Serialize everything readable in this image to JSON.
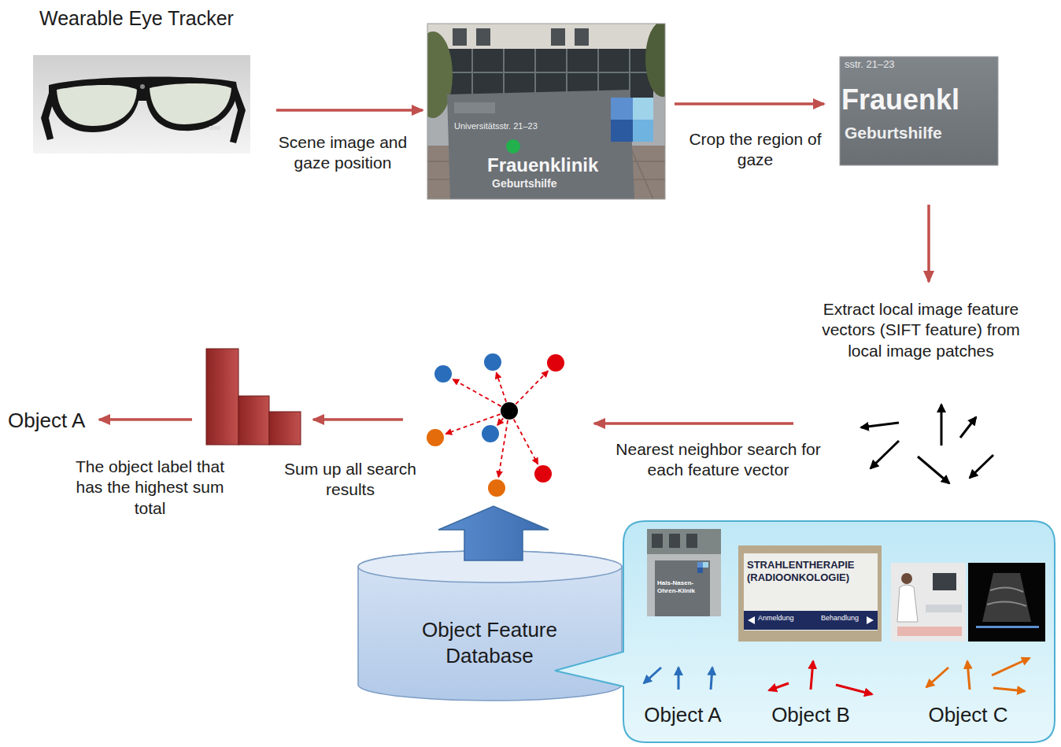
{
  "diagram": {
    "nodes": [
      {
        "text": [
          "Wearable Eye Tracker"
        ]
      },
      {
        "text": [
          "Universitätsstr. 21–23",
          "Frauenklinik",
          "Geburtshilfe"
        ]
      },
      {
        "text": [
          "sstr. 21–23",
          "Frauenkl",
          "Geburtshilfe"
        ]
      },
      {
        "text": [
          "Extract local image feature vectors (SIFT feature) from local image patches"
        ]
      },
      {
        "text": []
      },
      {
        "text": []
      },
      {
        "text": [
          "Object A"
        ]
      },
      {
        "text": [
          "Object Feature Database"
        ]
      },
      {
        "text": [
          "Hals-Nasen-Ohren-Klinik",
          "Object A"
        ]
      },
      {
        "text": [
          "STRAHLENTHERAPIE (RADIOONKOLOGIE)",
          "Anmeldung",
          "Behandlung",
          "Object B"
        ]
      },
      {
        "text": [
          "Object C"
        ]
      }
    ],
    "edges": [
      {
        "from": 0,
        "to": 1,
        "label": "Scene image and gaze position",
        "arrow": "to"
      },
      {
        "from": 1,
        "to": 2,
        "label": "Crop the region of gaze",
        "arrow": "to"
      },
      {
        "from": 2,
        "to": 3,
        "arrow": "to"
      },
      {
        "from": 3,
        "to": 4,
        "label": "Nearest neighbor search for each feature vector",
        "arrow": "to"
      },
      {
        "from": 4,
        "to": 5,
        "label": "Sum up all search results",
        "arrow": "to"
      },
      {
        "from": 5,
        "to": 6,
        "label": "The object label that has the highest sum total",
        "arrow": "to"
      },
      {
        "from": 7,
        "to": 4,
        "arrow": "to"
      }
    ]
  }
}
